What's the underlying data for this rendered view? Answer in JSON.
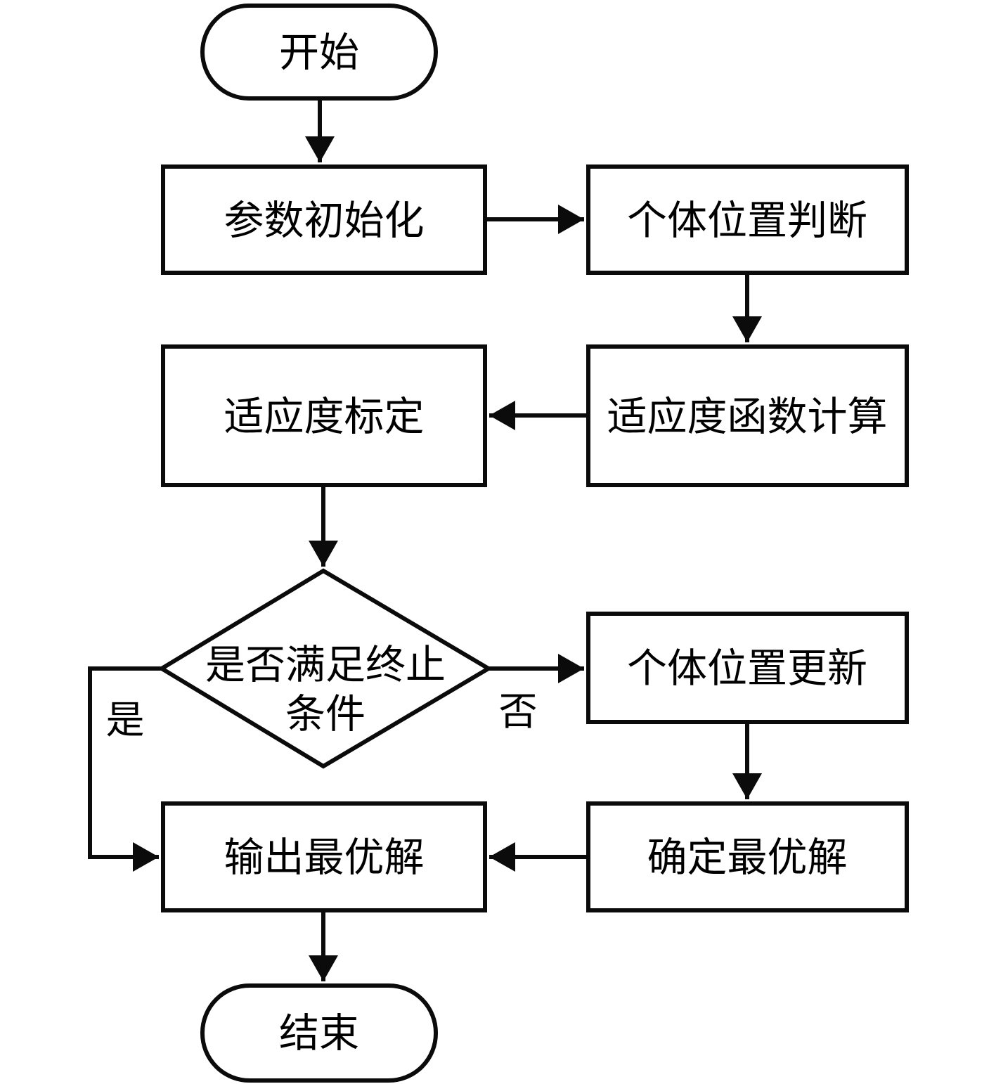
{
  "flowchart": {
    "nodes": {
      "start": "开始",
      "param_init": "参数初始化",
      "position_judge": "个体位置判断",
      "fitness_calc": "适应度函数计算",
      "fitness_calib": "适应度标定",
      "decision_line1": "是否满足终止",
      "decision_line2": "条件",
      "position_update": "个体位置更新",
      "determine_best": "确定最优解",
      "output_best": "输出最优解",
      "end": "结束"
    },
    "branch_labels": {
      "yes": "是",
      "no": "否"
    },
    "colors": {
      "stroke": "#0b0b0b",
      "node_fill": "#ffffff",
      "background": "#ffffff"
    }
  }
}
